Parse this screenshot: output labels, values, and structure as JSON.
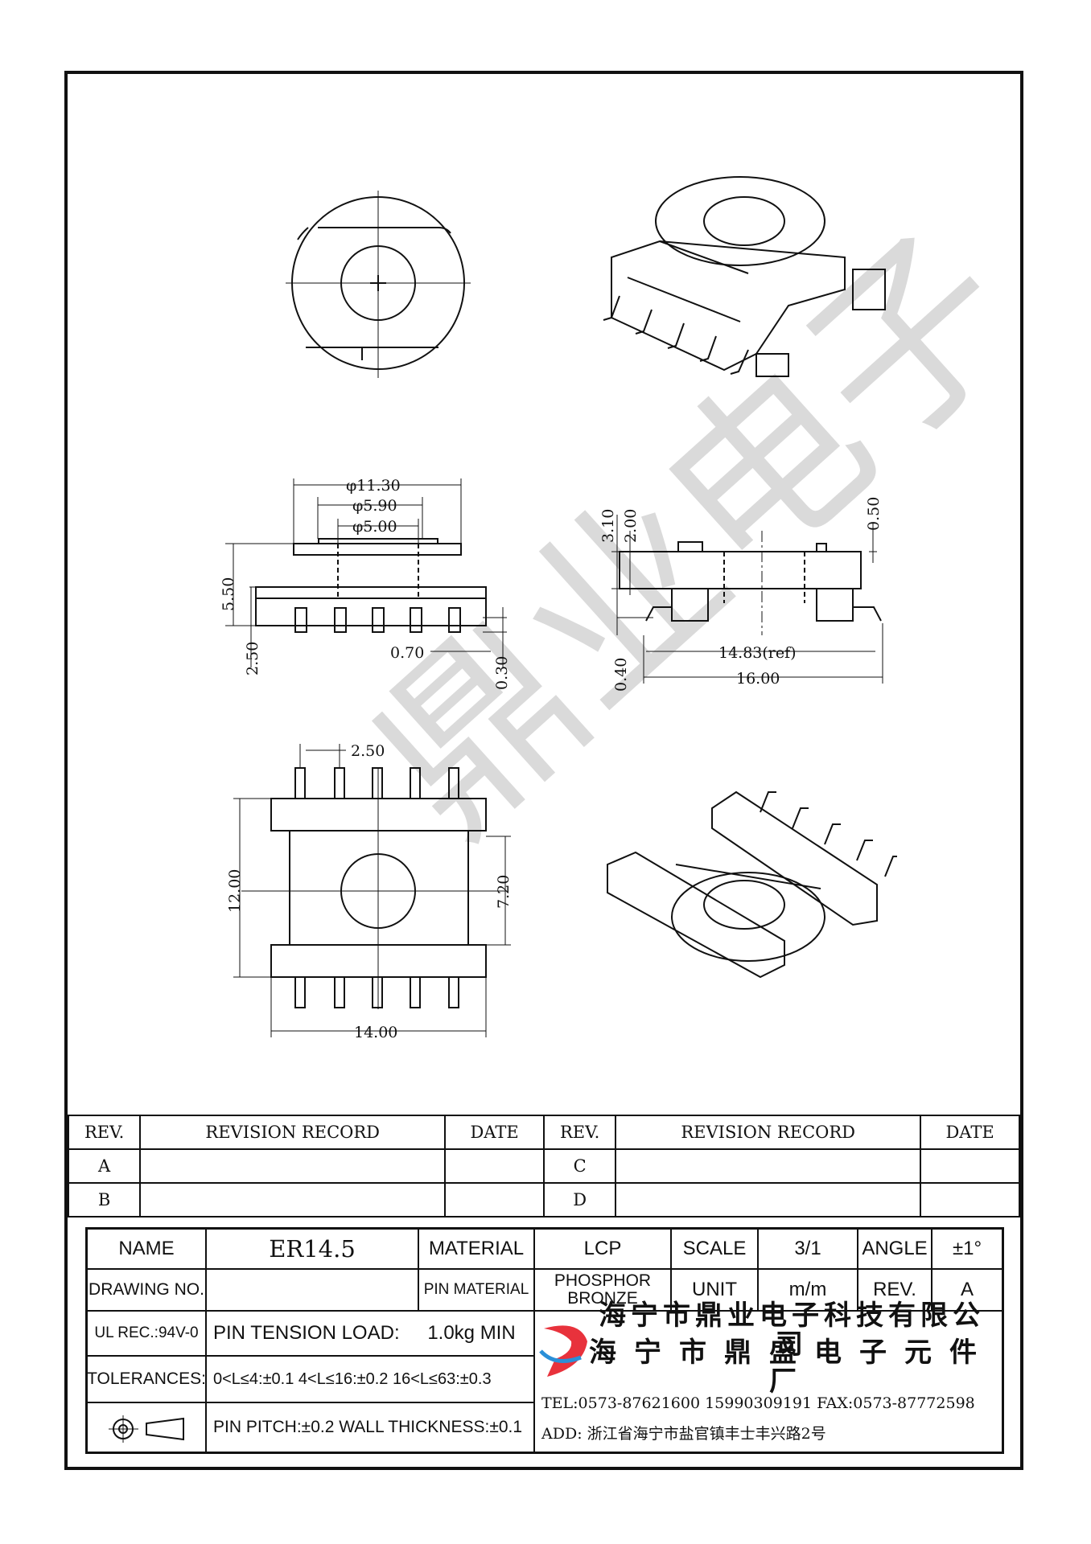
{
  "watermark": "鼎业电子",
  "dims": {
    "d_outer": "φ11.30",
    "d_mid": "φ5.90",
    "d_inner": "φ5.00",
    "h_total": "5.50",
    "h_pin": "2.50",
    "pin_w": "0.70",
    "pin_t": "0.30",
    "side_310": "3.10",
    "side_200": "2.00",
    "side_050": "0.50",
    "side_040": "0.40",
    "span_ref": "14.83(ref)",
    "span": "16.00",
    "pitch": "2.50",
    "width_12": "12.00",
    "width_720": "7.20",
    "length": "14.00"
  },
  "revision": {
    "headers": [
      "REV.",
      "REVISION RECORD",
      "DATE",
      "REV.",
      "REVISION RECORD",
      "DATE"
    ],
    "rows": [
      [
        "A",
        "C"
      ],
      [
        "B",
        "D"
      ]
    ]
  },
  "title_block": {
    "name_label": "NAME",
    "name_value": "ER14.5",
    "material_label": "MATERIAL",
    "material_value": "LCP",
    "scale_label": "SCALE",
    "scale_value": "3/1",
    "angle_label": "ANGLE",
    "angle_value": "±1°",
    "drawing_no_label": "DRAWING NO.",
    "drawing_no_value": "",
    "pin_material_label": "PIN MATERIAL",
    "pin_material_value": "PHOSPHOR BRONZE",
    "unit_label": "UNIT",
    "unit_value": "m/m",
    "rev_label": "REV.",
    "rev_value": "A",
    "ul_label": "UL REC.:94V-0",
    "pin_tension": "PIN  TENSION  LOAD:",
    "pin_tension_value": "1.0kg  MIN",
    "tolerances_label": "TOLERANCES:",
    "tolerances_value": "0<L≤4:±0.1  4<L≤16:±0.2  16<L≤63:±0.3",
    "pitch_text": "PIN PITCH:±0.2 WALL THICKNESS:±0.1",
    "company_1": "海宁市鼎业电子科技有限公司",
    "company_2": "海宁市鼎盛电子元件厂",
    "tel": "TEL:0573-87621600 15990309191  FAX:0573-87772598",
    "address": "ADD: 浙江省海宁市盐官镇丰士丰兴路2号",
    "logo_color": "#e8323c",
    "logo_color_2": "#2a8fd8"
  }
}
